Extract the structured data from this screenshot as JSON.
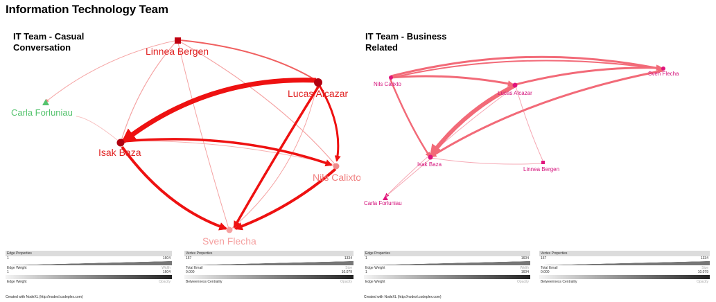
{
  "title": "Information Technology Team",
  "panels": [
    {
      "title": "IT Team - Casual\nConversation",
      "nodes": {
        "linnea": "Linnea Bergen",
        "lucas": "Lucas Alcazar",
        "carla": "Carla Forluniau",
        "isak": "Isak Baza",
        "nils": "Nils Calixto",
        "sven": "Sven Flecha"
      }
    },
    {
      "title": "IT Team - Business\nRelated",
      "nodes": {
        "nils": "Nils Calixto",
        "lucas": "Lucas Alcazar",
        "sven": "Sven Flecha",
        "isak": "Isak Baza",
        "linnea": "Linnea Bergen",
        "carla": "Carla Forluniau"
      }
    }
  ],
  "legend": {
    "edge_header": "Edge Properties",
    "vertex_header": "Vertex Properties",
    "edge_rows": [
      {
        "min": "1",
        "max": "1604",
        "label": "Edge Weight",
        "kind": "Width"
      },
      {
        "min": "1",
        "max": "1604",
        "label": "Edge Weight",
        "kind": "Opacity"
      }
    ],
    "vertex_rows": [
      {
        "min": "157",
        "max": "1334",
        "label": "Total Email",
        "kind": "Size"
      },
      {
        "min": "0.000",
        "max": "10.079",
        "label": "Betweenness Centrality",
        "kind": "Opacity"
      }
    ]
  },
  "credit": "Created with NodeXL (http://nodexl.codeplex.com)",
  "colors": {
    "left_edge": "#ee1111",
    "left_text": "#e02020",
    "left_faint": "#f08080",
    "carla_green": "#55c36e",
    "right_edge": "#f26a78",
    "right_node": "#e0147c",
    "right_text": "#d4107a"
  }
}
